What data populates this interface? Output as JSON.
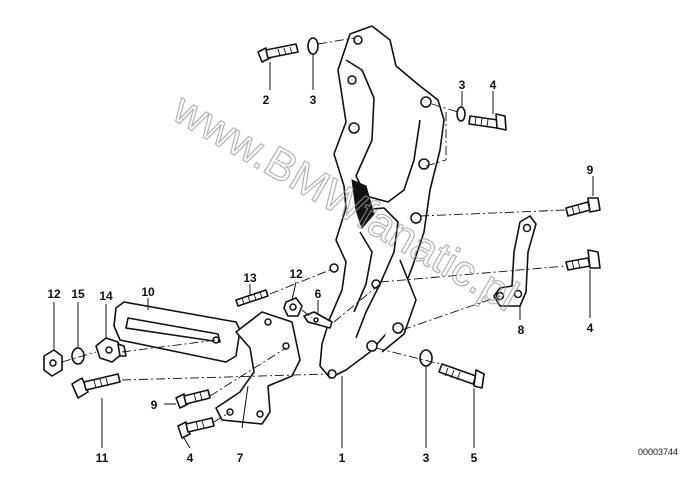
{
  "watermark": "www.BMWfanatic.pl",
  "drawing_number": "00003744",
  "callouts": {
    "c1": "1",
    "c2": "2",
    "c3_top": "3",
    "c3_right": "3",
    "c3_bottom": "3",
    "c4_top": "4",
    "c4_right": "4",
    "c4_bottom": "4",
    "c5": "5",
    "c6": "6",
    "c7": "7",
    "c8": "8",
    "c9_right": "9",
    "c9_left": "9",
    "c10": "10",
    "c11": "11",
    "c12_left": "12",
    "c12_mid": "12",
    "c13": "13",
    "c14": "14",
    "c15": "15"
  }
}
